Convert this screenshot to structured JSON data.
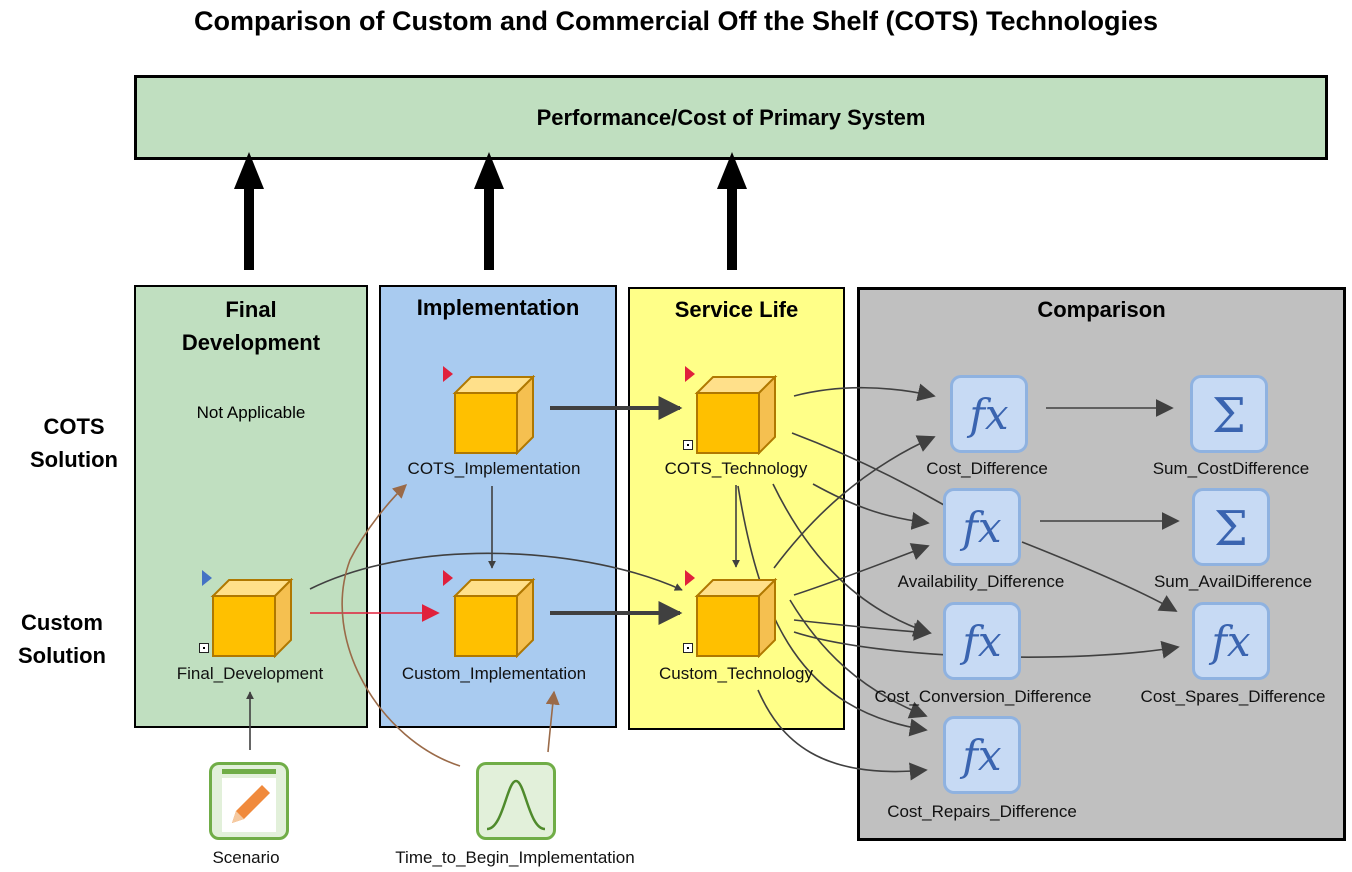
{
  "title": "Comparison of Custom and Commercial Off the Shelf (COTS) Technologies",
  "objective": "Performance/Cost of Primary System",
  "rows": {
    "cots": [
      "COTS",
      "Solution"
    ],
    "custom": [
      "Custom",
      "Solution"
    ]
  },
  "panels": {
    "final_development": [
      "Final",
      "Development"
    ],
    "implementation": "Implementation",
    "service_life": "Service Life",
    "comparison": "Comparison"
  },
  "not_applicable": "Not Applicable",
  "nodes": {
    "final_development": "Final_Development",
    "cots_implementation": "COTS_Implementation",
    "custom_implementation": "Custom_Implementation",
    "cots_technology": "COTS_Technology",
    "custom_technology": "Custom_Technology",
    "cost_difference": "Cost_Difference",
    "availability_difference": "Availability_Difference",
    "cost_conversion_difference": "Cost_Conversion_Difference",
    "cost_repairs_difference": "Cost_Repairs_Difference",
    "sum_costdifference": "Sum_CostDifference",
    "sum_availdifference": "Sum_AvailDifference",
    "cost_spares_difference": "Cost_Spares_Difference",
    "scenario": "Scenario",
    "time_to_begin_implementation": "Time_to_Begin_Implementation"
  },
  "colors": {
    "objective_fill": "#c0dfc0",
    "final_dev_fill": "#c0dfc0",
    "implementation_fill": "#a9cbf0",
    "service_life_fill": "#ffff88",
    "comparison_fill": "#c0c0c0",
    "module_orange": "#ffc000",
    "function_blue": "#3a64b0",
    "red_flag": "#e0203c",
    "blue_flag": "#4472c4",
    "brown_arrow": "#9a6a48",
    "red_arrow": "#e0203c"
  }
}
